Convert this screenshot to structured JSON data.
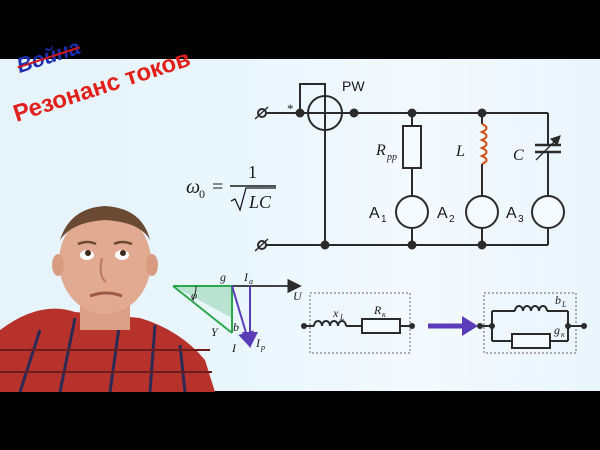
{
  "headline": {
    "struck_word": "Война",
    "title": "Резонанс токов"
  },
  "formula": {
    "lhs": "ω",
    "lhs_sub": "0",
    "equals": "=",
    "numerator": "1",
    "denominator": "LC"
  },
  "circuit": {
    "wattmeter": "PW",
    "star": "*",
    "resistor": "R",
    "resistor_sub": "рр",
    "inductor": "L",
    "capacitor": "C",
    "ammeters": [
      {
        "label": "A",
        "sub": "1"
      },
      {
        "label": "A",
        "sub": "2"
      },
      {
        "label": "A",
        "sub": "3"
      }
    ],
    "terminal": "⌀"
  },
  "phasor": {
    "g": "g",
    "phi": "φ",
    "Y": "Y",
    "b": "b",
    "I": "I",
    "Ia": "I",
    "Ia_sub": "a",
    "Ip": "I",
    "Ip_sub": "p",
    "U": "U"
  },
  "series_box": {
    "x": "x",
    "x_sub": "L",
    "r": "R",
    "r_sub": "к"
  },
  "parallel_box": {
    "b": "b",
    "b_sub": "L",
    "g": "g",
    "g_sub": "к"
  },
  "colors": {
    "background": "#e8f4fc",
    "wire": "#2b2b2b",
    "title_red": "#e1201b",
    "title_blue": "#1c2fb0",
    "arrow_purple": "#5b3bb8",
    "phasor_green": "#2aa84a",
    "coil_orange": "#d3531f"
  }
}
